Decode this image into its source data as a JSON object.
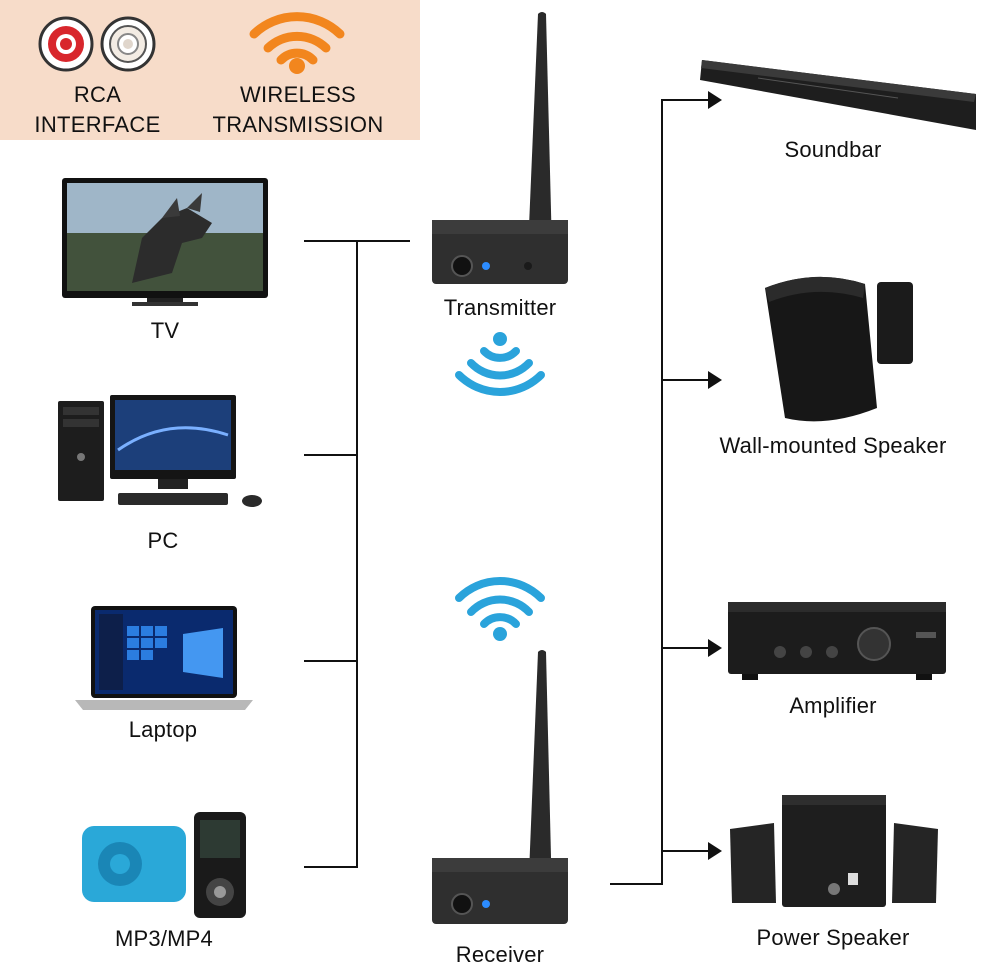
{
  "badges": {
    "rca": {
      "line1": "RCA",
      "line2": "INTERFACE"
    },
    "wireless": {
      "line1": "WIRELESS",
      "line2": "TRANSMISSION"
    }
  },
  "sources": [
    {
      "label": "TV"
    },
    {
      "label": "PC"
    },
    {
      "label": "Laptop"
    },
    {
      "label": "MP3/MP4"
    }
  ],
  "devices": {
    "transmitter": "Transmitter",
    "receiver": "Receiver"
  },
  "outputs": [
    {
      "label": "Soundbar"
    },
    {
      "label": "Wall-mounted Speaker"
    },
    {
      "label": "Amplifier"
    },
    {
      "label": "Power Speaker"
    }
  ],
  "colors": {
    "badge_bg": "#f7dcc9",
    "wifi_orange": "#f2861e",
    "wifi_blue": "#2aa3db",
    "rca_red": "#d8262c",
    "line": "#111111"
  },
  "icons": {
    "rca": "rca-connector-icon",
    "wireless_badge": "wifi-orange-icon",
    "wifi_tx": "wifi-blue-icon",
    "wifi_rx": "wifi-blue-icon"
  }
}
